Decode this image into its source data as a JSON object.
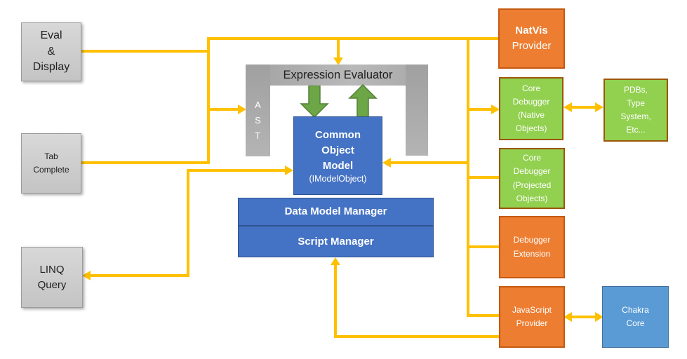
{
  "boxes": {
    "eval_display": {
      "lines": [
        "Eval",
        "&",
        "Display"
      ]
    },
    "tab_complete": {
      "lines": [
        "Tab",
        "Complete"
      ]
    },
    "linq_query": {
      "lines": [
        "LINQ",
        "Query"
      ]
    },
    "ast": {
      "letters": [
        "A",
        "S",
        "T"
      ]
    },
    "expression_evaluator": {
      "label": "Expression Evaluator"
    },
    "common_object_model": {
      "title_lines": [
        "Common",
        "Object",
        "Model"
      ],
      "subtitle": "(IModelObject)"
    },
    "data_model_manager": {
      "label": "Data Model Manager"
    },
    "script_manager": {
      "label": "Script Manager"
    },
    "natvis_provider": {
      "title": "NatVis",
      "subtitle": "Provider"
    },
    "core_debugger_native": {
      "lines": [
        "Core",
        "Debugger",
        "(Native",
        "Objects)"
      ]
    },
    "pdbs_type_system": {
      "lines": [
        "PDBs,",
        "Type",
        "System,",
        "Etc..."
      ]
    },
    "core_debugger_projected": {
      "lines": [
        "Core",
        "Debugger",
        "(Projected",
        "Objects)"
      ]
    },
    "debugger_extension": {
      "lines": [
        "Debugger",
        "Extension"
      ]
    },
    "javascript_provider": {
      "lines": [
        "JavaScript",
        "Provider"
      ]
    },
    "chakra_core": {
      "lines": [
        "Chakra",
        "Core"
      ]
    }
  },
  "colors": {
    "connector_yellow": "#FFC000",
    "box_orange": "#ED7D31",
    "box_orange_border": "#C55A11",
    "box_green": "#92D050",
    "box_green_border": "#9C5708",
    "box_blue": "#4472C4",
    "box_blue_border": "#2F528F",
    "box_lightblue": "#5B9BD5",
    "box_lightblue_border": "#41719C",
    "box_gray": "#CCCCCC",
    "bridge_gray": "#A6A6A6",
    "block_arrow_green": "#6CA646",
    "block_arrow_green_border": "#538135"
  }
}
